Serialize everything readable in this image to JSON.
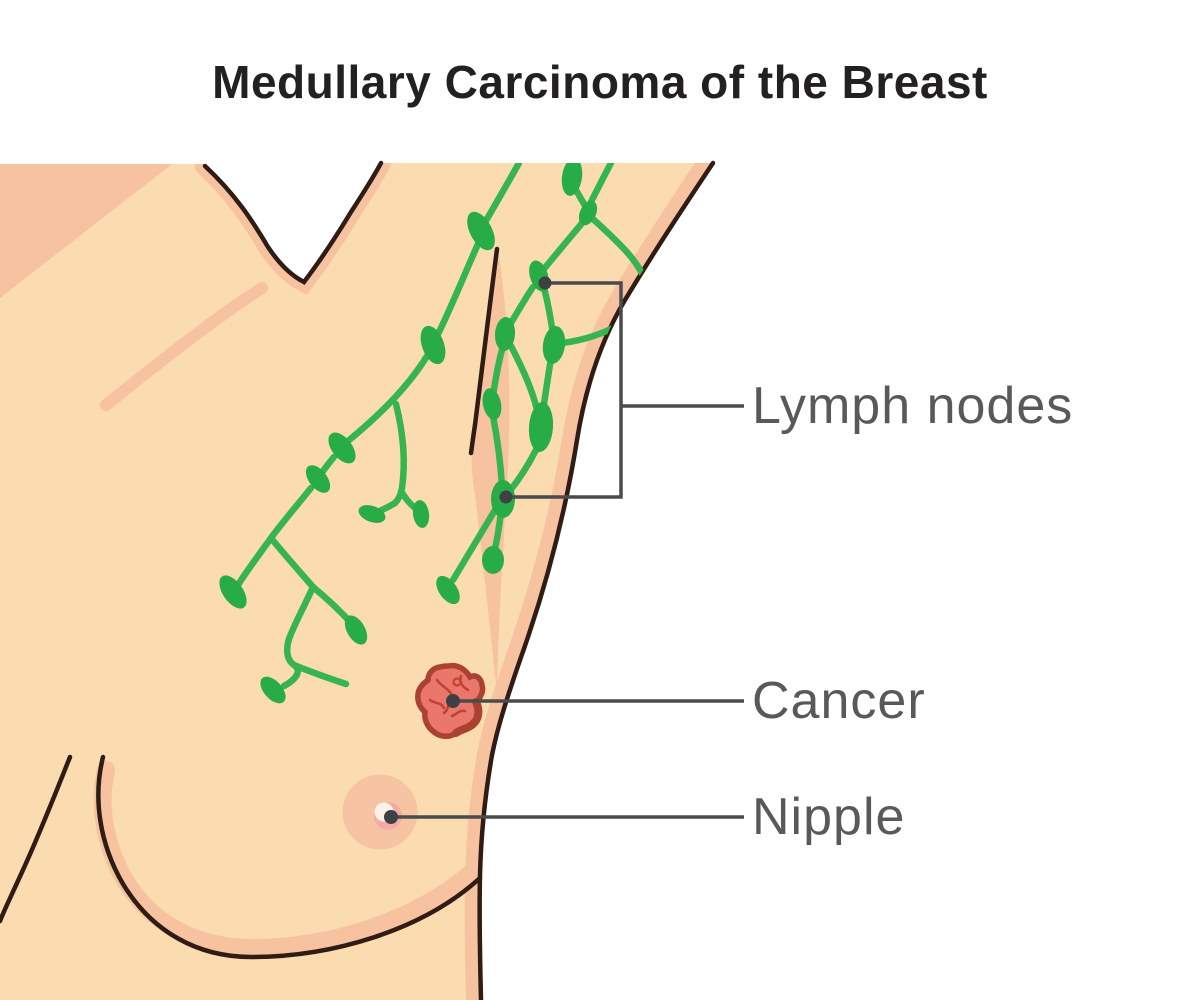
{
  "title": "Medullary Carcinoma of the Breast",
  "labels": {
    "lymph_nodes": "Lymph nodes",
    "cancer": "Cancer",
    "nipple": "Nipple"
  },
  "colors": {
    "background": "#ffffff",
    "title_text": "#232021",
    "label_text": "#58595b",
    "connector_line": "#4a4b4d",
    "connector_dot": "#3e4144",
    "skin": "#fbdbb0",
    "skin_shade": "#f6c29f",
    "outline": "#2f1c14",
    "lymph_vessel": "#35b450",
    "lymph_node": "#28ad46",
    "cancer_fill": "#ea776c",
    "cancer_border": "#ab4130",
    "cancer_vein": "#c14432",
    "areola": "#f6c3a3",
    "nipple_ring": "#f3aca5",
    "nipple_highlight": "#fdf2ea"
  }
}
